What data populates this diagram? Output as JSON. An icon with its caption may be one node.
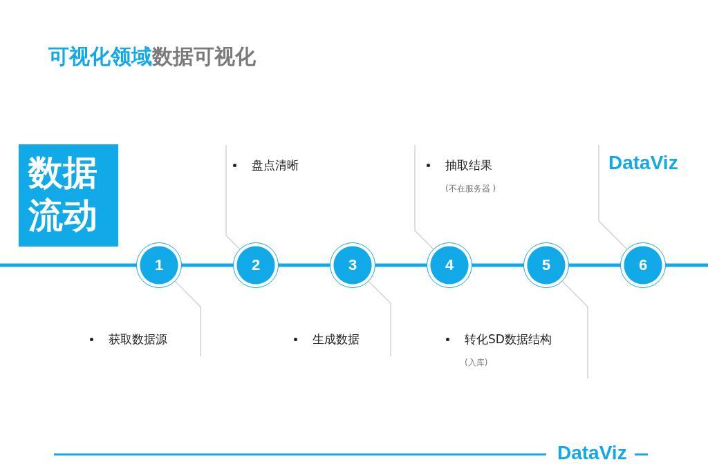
{
  "diagram": {
    "title": "**可视化领域**数据可视化",
    "nodes": [
      {
        "text": [
          "数据流动"
        ]
      },
      {
        "text": [
          "1"
        ]
      },
      {
        "text": [
          "2"
        ]
      },
      {
        "text": [
          "3"
        ]
      },
      {
        "text": [
          "4"
        ]
      },
      {
        "text": [
          "5"
        ]
      },
      {
        "text": [
          "6"
        ]
      },
      {
        "text": [
          "获取数据源"
        ]
      },
      {
        "text": [
          "盘点清晰"
        ]
      },
      {
        "text": [
          "生成数据"
        ]
      },
      {
        "text": [
          "抽取结果",
          "(不在服务器 )"
        ]
      },
      {
        "text": [
          "转化SD数据结构",
          "(入库)"
        ]
      },
      {
        "text": [
          "DataViz"
        ]
      }
    ],
    "edges": [
      {
        "from": 1,
        "to": 7,
        "arrow": "none"
      },
      {
        "from": 2,
        "to": 8,
        "arrow": "none"
      },
      {
        "from": 3,
        "to": 9,
        "arrow": "none"
      },
      {
        "from": 4,
        "to": 10,
        "arrow": "none"
      },
      {
        "from": 5,
        "to": 11,
        "arrow": "none"
      },
      {
        "from": 6,
        "to": 12,
        "arrow": "none"
      }
    ],
    "labels": [
      "DataViz"
    ]
  }
}
